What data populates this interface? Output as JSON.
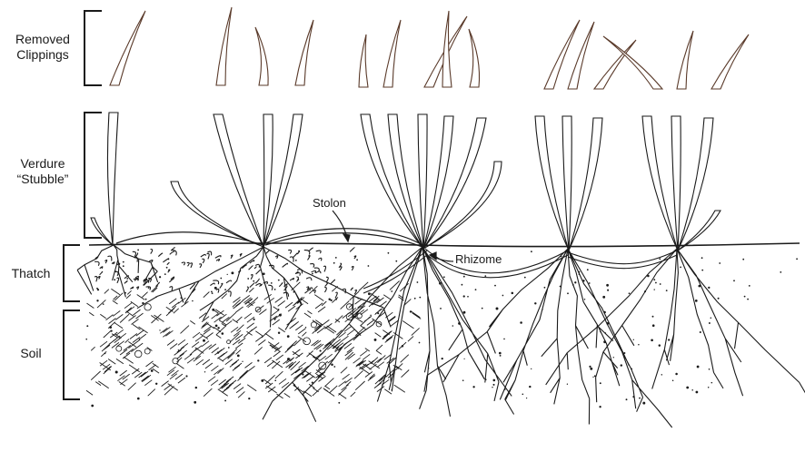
{
  "labels": {
    "removed_clippings": [
      "Removed",
      "Clippings"
    ],
    "verdure": [
      "Verdure",
      "“Stubble”"
    ],
    "thatch": "Thatch",
    "soil": "Soil",
    "stolon": "Stolon",
    "rhizome": "Rhizome"
  },
  "colors": {
    "ink": "#1a1a1a",
    "leaf_edge": "#5a3a2a",
    "background": "#ffffff"
  }
}
